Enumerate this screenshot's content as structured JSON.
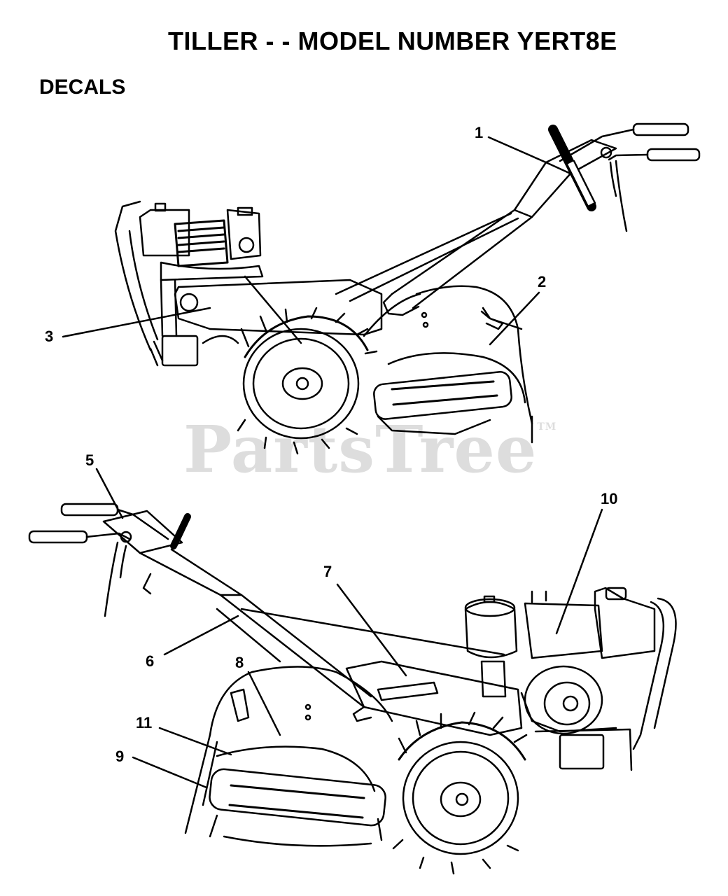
{
  "title": "TILLER - - MODEL NUMBER YERT8E",
  "section": "DECALS",
  "watermark": "PartsTree",
  "watermark_mark": "TM",
  "callouts": [
    "1",
    "2",
    "3",
    "5",
    "6",
    "7",
    "8",
    "9",
    "10",
    "11"
  ]
}
